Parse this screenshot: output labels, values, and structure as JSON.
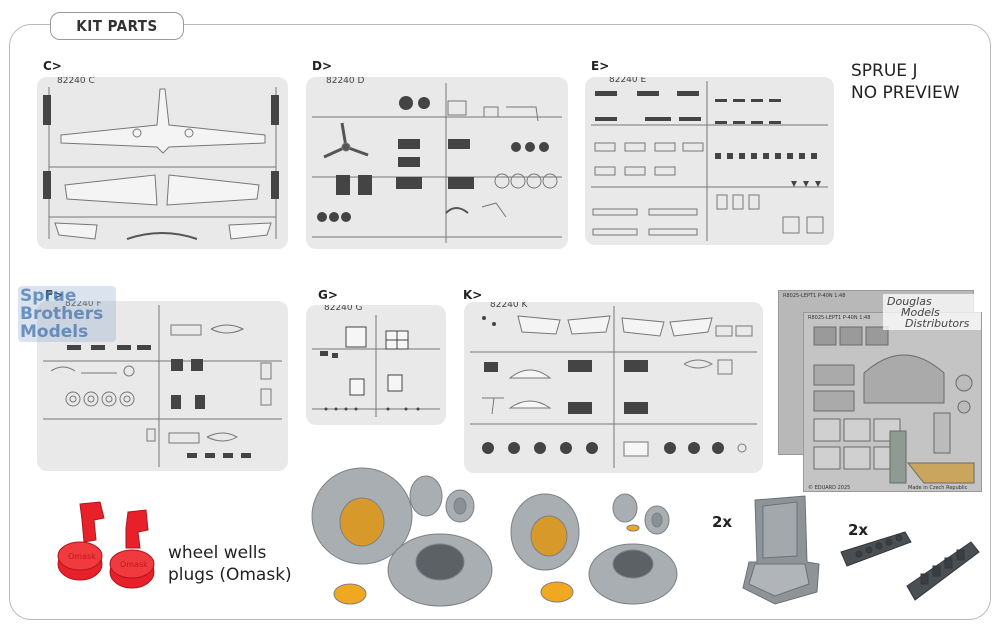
{
  "header": {
    "title": "KIT PARTS"
  },
  "sprues": [
    {
      "label": "C>",
      "code": "82240 C"
    },
    {
      "label": "D>",
      "code": "82240 D"
    },
    {
      "label": "E>",
      "code": "82240 E"
    },
    {
      "label": "F>",
      "code": "82240 F"
    },
    {
      "label": "G>",
      "code": "82240 G"
    },
    {
      "label": "K>",
      "code": "82240 K"
    }
  ],
  "sprue_j": {
    "line1": "SPRUE J",
    "line2": "NO PREVIEW"
  },
  "watermark": {
    "line1": "Sprue",
    "line2": "Brothers",
    "line3": "Models"
  },
  "photoetch": {
    "sheet1_title": "R8025-LEPT1  P-40N  1:48",
    "sheet2_title": "R8025-LEPT1  P-40N  1:48",
    "footer": "© EDUARD 2025",
    "origin": "Made in Czech Republic"
  },
  "distributor": {
    "line1": "Douglas",
    "line2": "Models",
    "line3": "Distributors"
  },
  "plugs": {
    "line1": "wheel wells",
    "line2": "plugs (Omask)",
    "stamp": "Omask"
  },
  "quantities": {
    "seat": "2x",
    "exhaust": "2x"
  },
  "colors": {
    "sprue": "#e9e9e9",
    "plug": "#e8202a",
    "wheel": "#a9aeb3",
    "mask": "#f0a820",
    "seat": "#8e9398"
  }
}
